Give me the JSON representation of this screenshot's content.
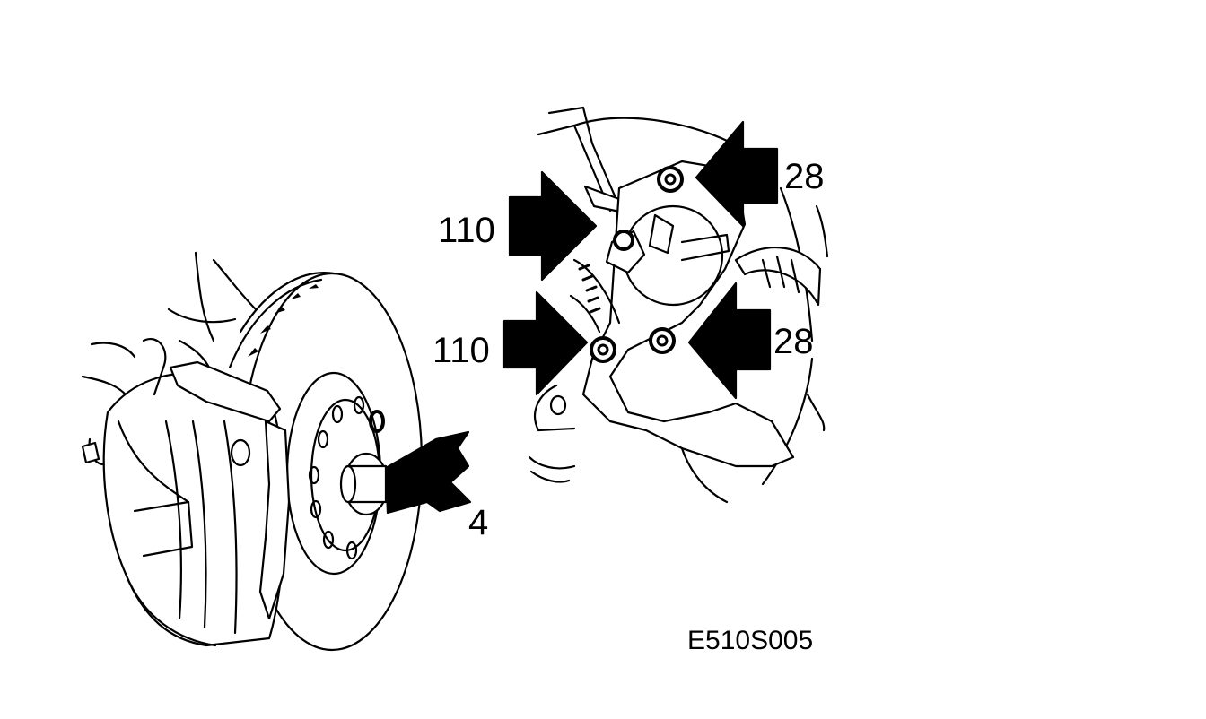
{
  "figure": {
    "code": "E510S005",
    "callouts": [
      {
        "id": "wheel-hub-bolt",
        "value": "4"
      },
      {
        "id": "caliper-bracket-bolt-upper",
        "value": "110"
      },
      {
        "id": "caliper-bracket-bolt-lower",
        "value": "110"
      },
      {
        "id": "caliper-guide-pin-upper",
        "value": "28"
      },
      {
        "id": "caliper-guide-pin-lower",
        "value": "28"
      }
    ]
  },
  "colors": {
    "ink": "#000000",
    "paper": "#ffffff"
  }
}
